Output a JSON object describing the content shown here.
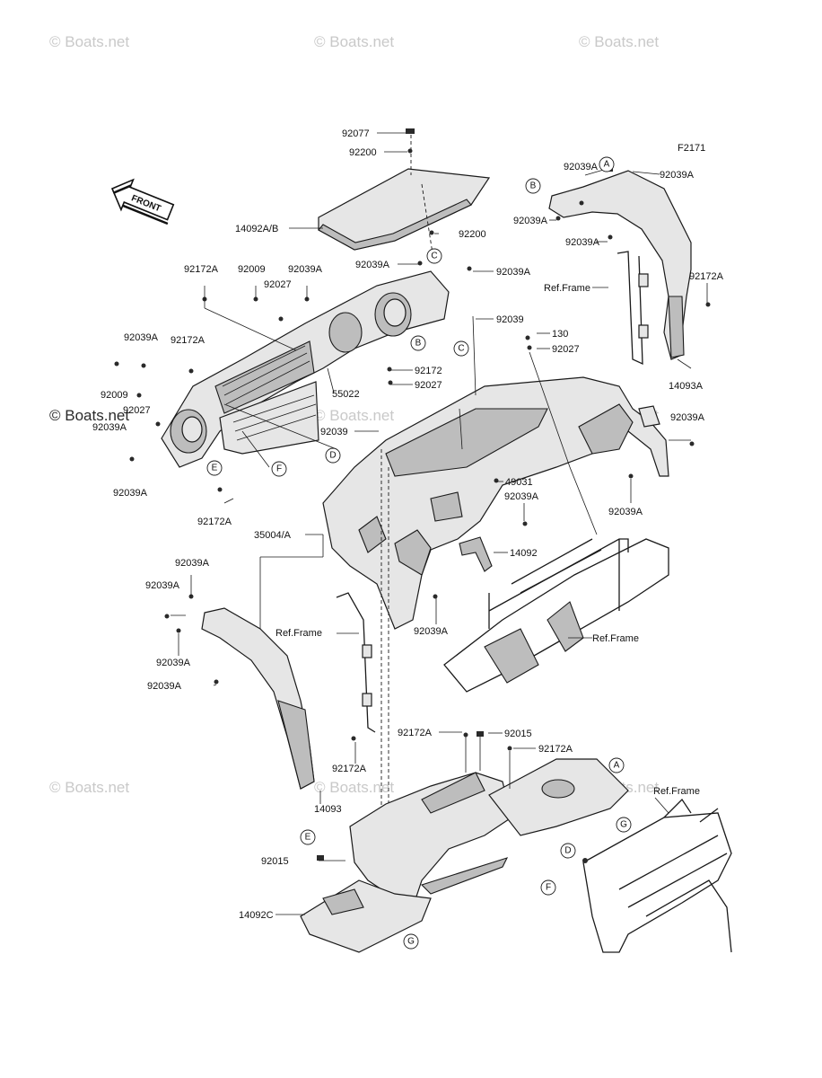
{
  "figure_id": "F2171",
  "front_arrow": "FRONT",
  "watermark": "© Boats.net",
  "callouts": [
    "A",
    "B",
    "C",
    "D",
    "E",
    "F",
    "G"
  ],
  "parts": {
    "p92077": "92077",
    "p92200_top": "92200",
    "p14092ab": "14092A/B",
    "p92200_mid": "92200",
    "p92039a_top_r1": "92039A",
    "p92039a_top_r2": "92039A",
    "p92039a_top_r3": "92039A",
    "p92039a_top_r4": "92039A",
    "p92039a_c": "92039A",
    "p92039a_dash_r": "92039A",
    "p92172a_tl": "92172A",
    "p92009": "92009",
    "p92027_tl": "92027",
    "p92039a_tl": "92039A",
    "p92172a_r": "92172A",
    "ref_frame_r": "Ref.Frame",
    "p92039_mid": "92039",
    "p130": "130",
    "p92027_mid": "92027",
    "p92039a_l1": "92039A",
    "p92172a_l": "92172A",
    "p92009_l": "92009",
    "p92027_l": "92027",
    "p92039a_l2": "92039A",
    "p55022": "55022",
    "p92172_c": "92172",
    "p92027_c": "92027",
    "p14093a": "14093A",
    "p92039_c": "92039",
    "p92039a_r3": "92039A",
    "p92039a_l3": "92039A",
    "p92172a_bl": "92172A",
    "p49031": "49031",
    "p92039a_c2": "92039A",
    "p92039a_r4": "92039A",
    "p35004": "35004/A",
    "p14092": "14092",
    "p92039a_m1": "92039A",
    "p92039a_m2": "92039A",
    "ref_frame_m": "Ref.Frame",
    "p92039a_m3": "92039A",
    "ref_frame_c": "Ref.Frame",
    "p92039a_m4": "92039A",
    "p92039a_m5": "92039A",
    "p92172a_lo": "92172A",
    "p92015_lo": "92015",
    "p92172a_lo2": "92172A",
    "p92172a_lo3": "92172A",
    "p14093": "14093",
    "ref_frame_lo": "Ref.Frame",
    "p92015_b": "92015",
    "p14092c": "14092C"
  }
}
